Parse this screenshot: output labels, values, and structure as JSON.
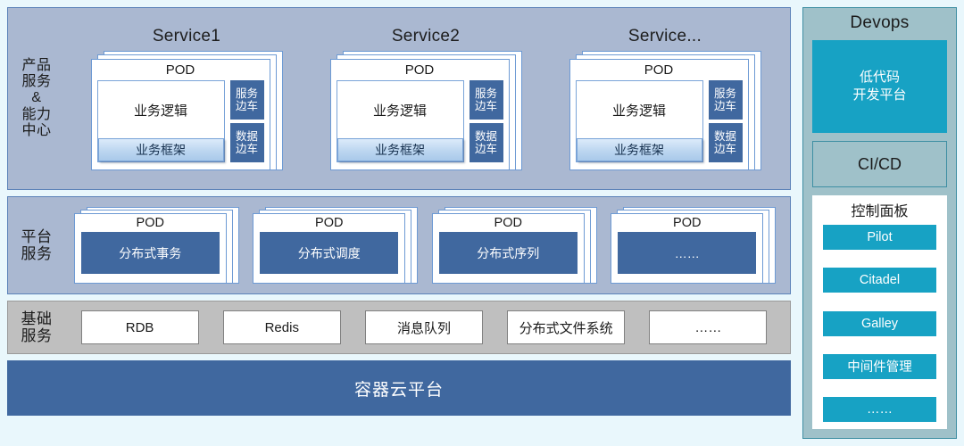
{
  "rows": {
    "services": {
      "label": "产品\n服务\n&\n能力\n中心",
      "groups": [
        {
          "title": "Service1",
          "pod_title": "POD",
          "business_logic": "业务逻辑",
          "business_framework": "业务框架",
          "sidecars": [
            {
              "line1": "服务",
              "line2": "边车"
            },
            {
              "line1": "数据",
              "line2": "边车"
            }
          ]
        },
        {
          "title": "Service2",
          "pod_title": "POD",
          "business_logic": "业务逻辑",
          "business_framework": "业务框架",
          "sidecars": [
            {
              "line1": "服务",
              "line2": "边车"
            },
            {
              "line1": "数据",
              "line2": "边车"
            }
          ]
        },
        {
          "title": "Service...",
          "pod_title": "POD",
          "business_logic": "业务逻辑",
          "business_framework": "业务框架",
          "sidecars": [
            {
              "line1": "服务",
              "line2": "边车"
            },
            {
              "line1": "数据",
              "line2": "边车"
            }
          ]
        }
      ]
    },
    "platform": {
      "label": "平台\n服务",
      "pods": [
        {
          "pod_title": "POD",
          "name": "分布式事务"
        },
        {
          "pod_title": "POD",
          "name": "分布式调度"
        },
        {
          "pod_title": "POD",
          "name": "分布式序列"
        },
        {
          "pod_title": "POD",
          "name": "……"
        }
      ]
    },
    "infrastructure": {
      "label": "基础\n服务",
      "items": [
        "RDB",
        "Redis",
        "消息队列",
        "分布式文件系统",
        "……"
      ]
    },
    "cloud": {
      "label": "容器云平台"
    }
  },
  "devops": {
    "title": "Devops",
    "lowcode": {
      "line1": "低代码",
      "line2": "开发平台"
    },
    "cicd": "CI/CD",
    "panel": {
      "title": "控制面板",
      "items": [
        "Pilot",
        "Citadel",
        "Galley",
        "中间件管理",
        "……"
      ]
    }
  },
  "colors": {
    "page_background": "#e9f7fc",
    "band_blue": "#aab8d1",
    "band_blue_border": "#5b81b8",
    "band_gray": "#bfbfbf",
    "steel_blue": "#40689f",
    "cyan": "#17a2c4",
    "devops_background": "#9fc1c9",
    "devops_border": "#3f8fa3",
    "card_border": "#6d9ad4"
  }
}
